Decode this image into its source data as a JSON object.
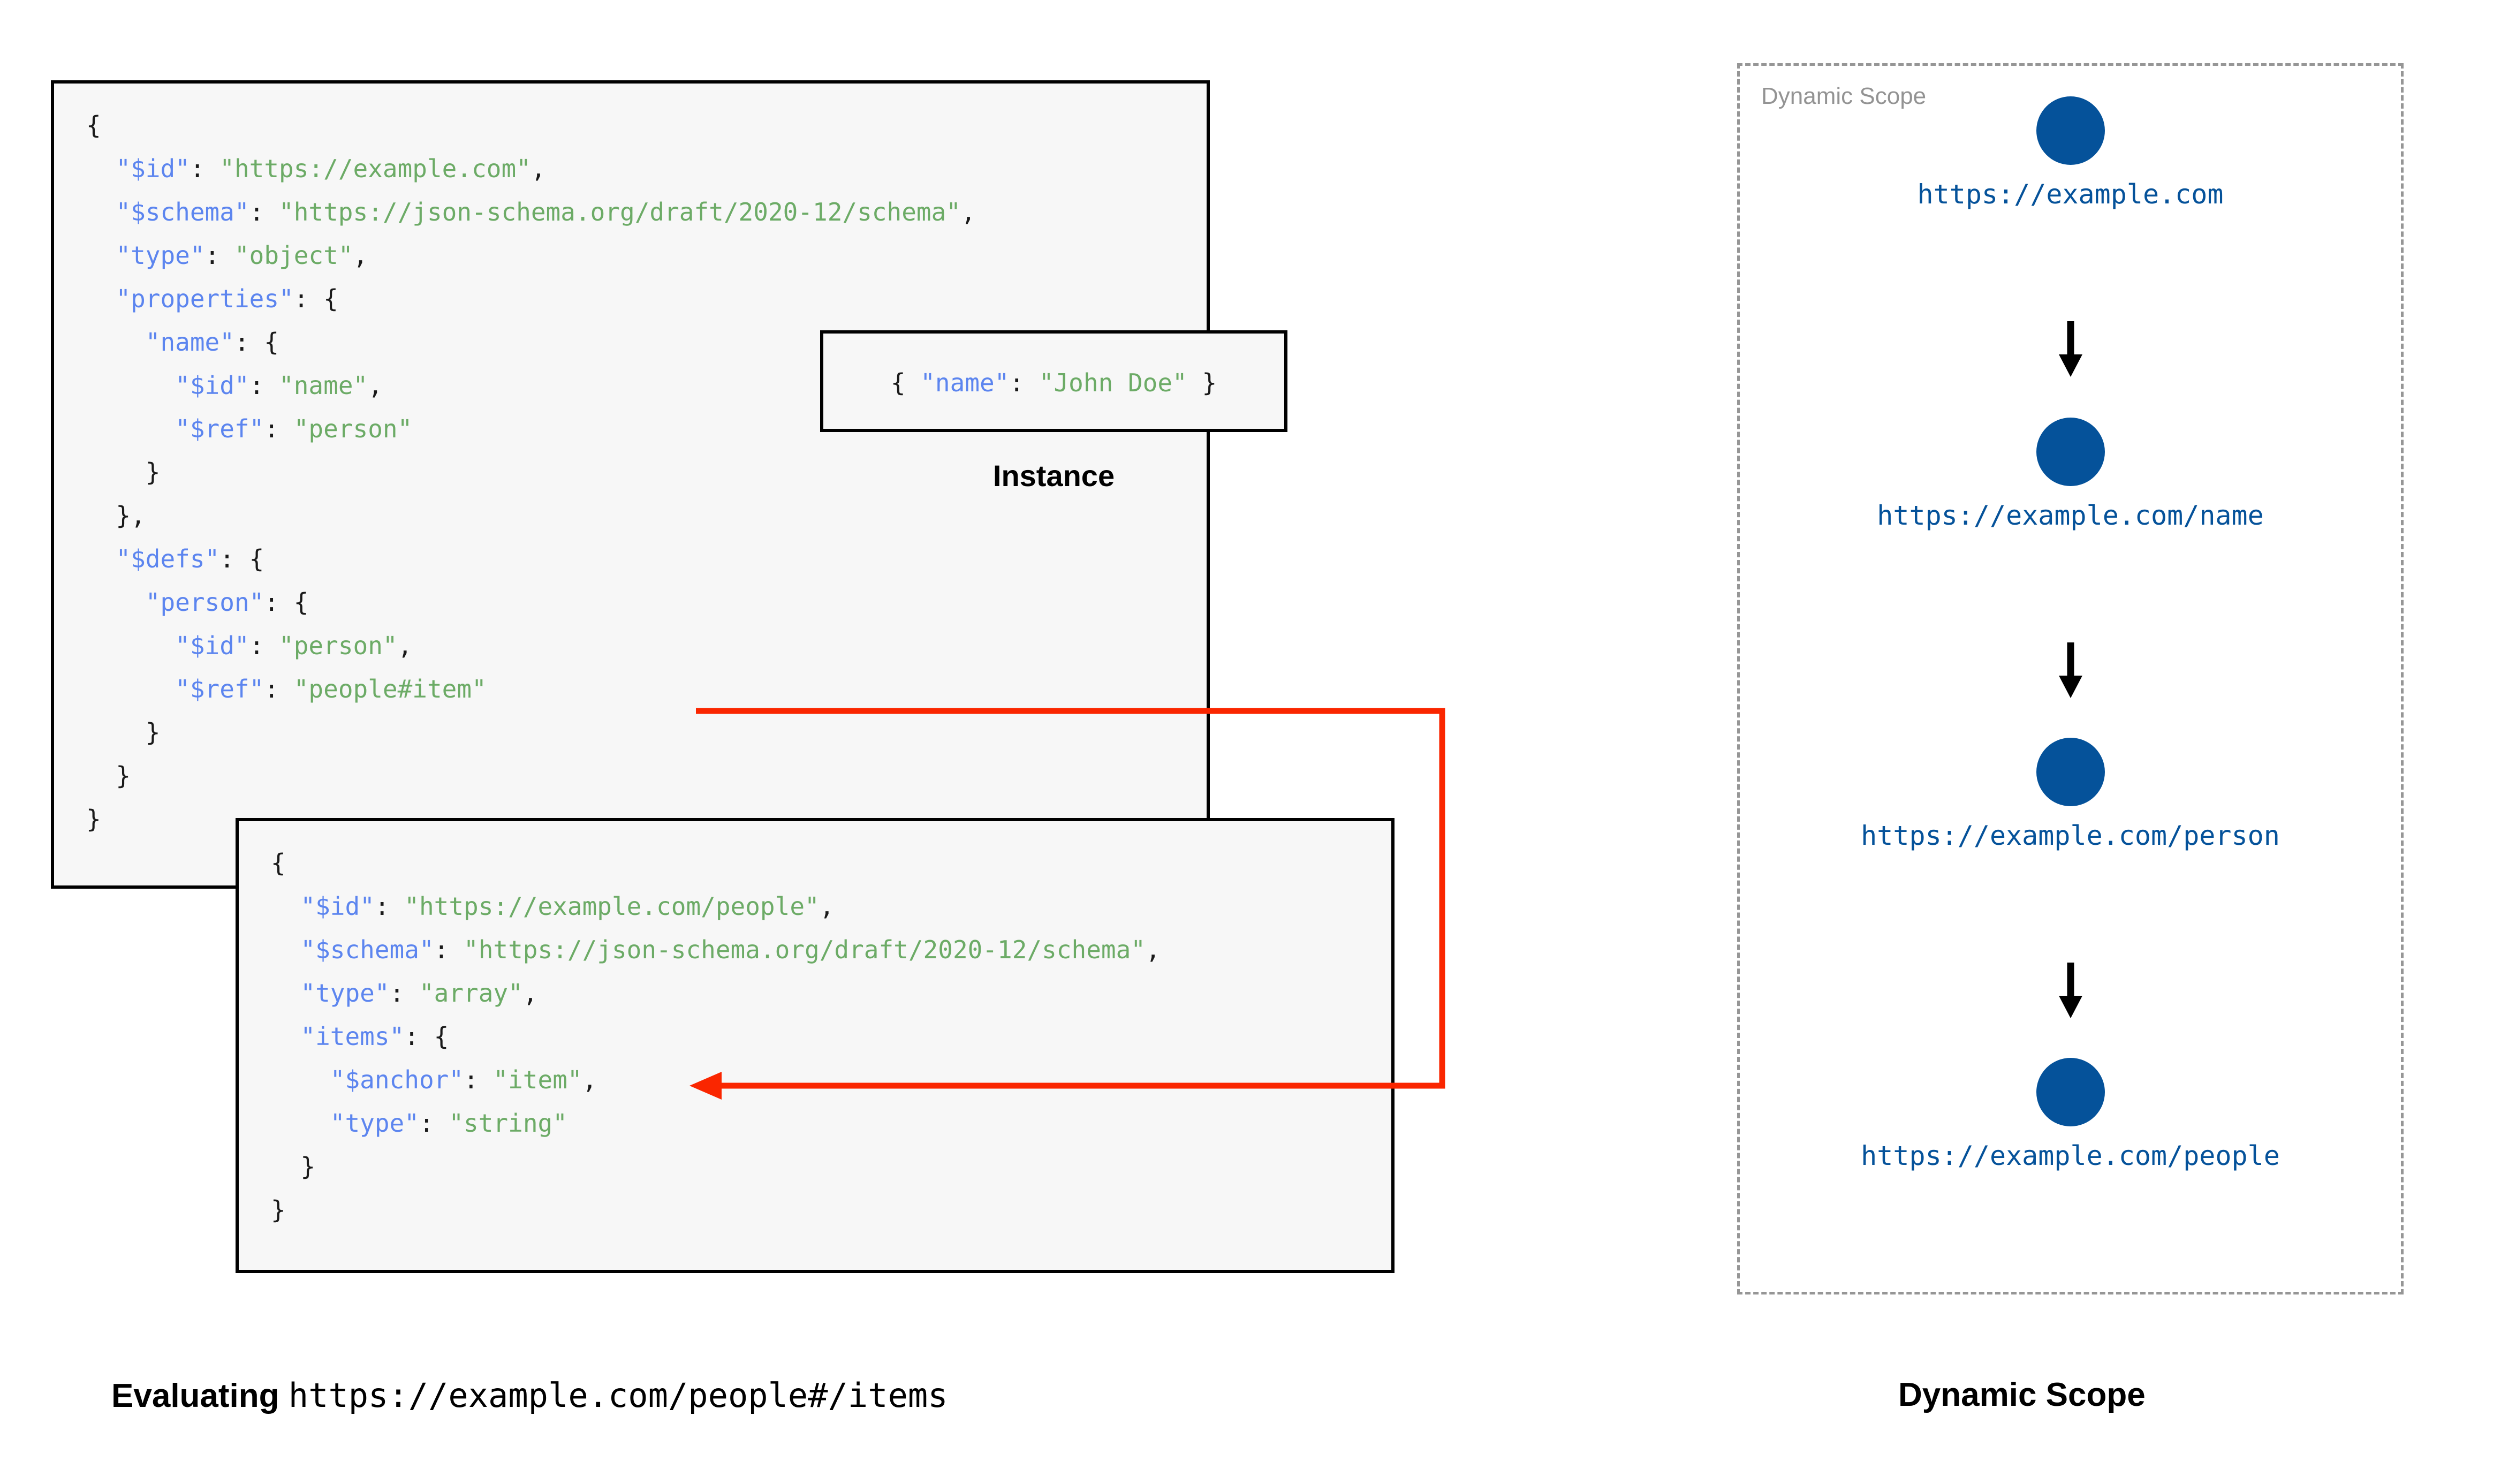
{
  "root_schema": {
    "lines": [
      [
        {
          "t": "{",
          "c": "p"
        }
      ],
      [
        {
          "t": "  ",
          "c": "p"
        },
        {
          "t": "\"$id\"",
          "c": "k"
        },
        {
          "t": ": ",
          "c": "p"
        },
        {
          "t": "\"https://example.com\"",
          "c": "s"
        },
        {
          "t": ",",
          "c": "p"
        }
      ],
      [
        {
          "t": "  ",
          "c": "p"
        },
        {
          "t": "\"$schema\"",
          "c": "k"
        },
        {
          "t": ": ",
          "c": "p"
        },
        {
          "t": "\"https://json-schema.org/draft/2020-12/schema\"",
          "c": "s"
        },
        {
          "t": ",",
          "c": "p"
        }
      ],
      [
        {
          "t": "  ",
          "c": "p"
        },
        {
          "t": "\"type\"",
          "c": "k"
        },
        {
          "t": ": ",
          "c": "p"
        },
        {
          "t": "\"object\"",
          "c": "s"
        },
        {
          "t": ",",
          "c": "p"
        }
      ],
      [
        {
          "t": "  ",
          "c": "p"
        },
        {
          "t": "\"properties\"",
          "c": "k"
        },
        {
          "t": ": {",
          "c": "p"
        }
      ],
      [
        {
          "t": "    ",
          "c": "p"
        },
        {
          "t": "\"name\"",
          "c": "k"
        },
        {
          "t": ": {",
          "c": "p"
        }
      ],
      [
        {
          "t": "      ",
          "c": "p"
        },
        {
          "t": "\"$id\"",
          "c": "k"
        },
        {
          "t": ": ",
          "c": "p"
        },
        {
          "t": "\"name\"",
          "c": "s"
        },
        {
          "t": ",",
          "c": "p"
        }
      ],
      [
        {
          "t": "      ",
          "c": "p"
        },
        {
          "t": "\"$ref\"",
          "c": "k"
        },
        {
          "t": ": ",
          "c": "p"
        },
        {
          "t": "\"person\"",
          "c": "s"
        }
      ],
      [
        {
          "t": "    }",
          "c": "p"
        }
      ],
      [
        {
          "t": "  },",
          "c": "p"
        }
      ],
      [
        {
          "t": "  ",
          "c": "p"
        },
        {
          "t": "\"$defs\"",
          "c": "k"
        },
        {
          "t": ": {",
          "c": "p"
        }
      ],
      [
        {
          "t": "    ",
          "c": "p"
        },
        {
          "t": "\"person\"",
          "c": "k"
        },
        {
          "t": ": {",
          "c": "p"
        }
      ],
      [
        {
          "t": "      ",
          "c": "p"
        },
        {
          "t": "\"$id\"",
          "c": "k"
        },
        {
          "t": ": ",
          "c": "p"
        },
        {
          "t": "\"person\"",
          "c": "s"
        },
        {
          "t": ",",
          "c": "p"
        }
      ],
      [
        {
          "t": "      ",
          "c": "p"
        },
        {
          "t": "\"$ref\"",
          "c": "k"
        },
        {
          "t": ": ",
          "c": "p"
        },
        {
          "t": "\"people#item\"",
          "c": "s"
        }
      ],
      [
        {
          "t": "    }",
          "c": "p"
        }
      ],
      [
        {
          "t": "  }",
          "c": "p"
        }
      ],
      [
        {
          "t": "}",
          "c": "p"
        }
      ]
    ]
  },
  "instance": {
    "caption": "Instance",
    "lines": [
      [
        {
          "t": "{ ",
          "c": "p"
        },
        {
          "t": "\"name\"",
          "c": "k"
        },
        {
          "t": ": ",
          "c": "p"
        },
        {
          "t": "\"John Doe\"",
          "c": "s"
        },
        {
          "t": " }",
          "c": "p"
        }
      ]
    ]
  },
  "people_schema": {
    "lines": [
      [
        {
          "t": "{",
          "c": "p"
        }
      ],
      [
        {
          "t": "  ",
          "c": "p"
        },
        {
          "t": "\"$id\"",
          "c": "k"
        },
        {
          "t": ": ",
          "c": "p"
        },
        {
          "t": "\"https://example.com/people\"",
          "c": "s"
        },
        {
          "t": ",",
          "c": "p"
        }
      ],
      [
        {
          "t": "  ",
          "c": "p"
        },
        {
          "t": "\"$schema\"",
          "c": "k"
        },
        {
          "t": ": ",
          "c": "p"
        },
        {
          "t": "\"https://json-schema.org/draft/2020-12/schema\"",
          "c": "s"
        },
        {
          "t": ",",
          "c": "p"
        }
      ],
      [
        {
          "t": "  ",
          "c": "p"
        },
        {
          "t": "\"type\"",
          "c": "k"
        },
        {
          "t": ": ",
          "c": "p"
        },
        {
          "t": "\"array\"",
          "c": "s"
        },
        {
          "t": ",",
          "c": "p"
        }
      ],
      [
        {
          "t": "  ",
          "c": "p"
        },
        {
          "t": "\"items\"",
          "c": "k"
        },
        {
          "t": ": {",
          "c": "p"
        }
      ],
      [
        {
          "t": "    ",
          "c": "p"
        },
        {
          "t": "\"$anchor\"",
          "c": "k"
        },
        {
          "t": ": ",
          "c": "p"
        },
        {
          "t": "\"item\"",
          "c": "s"
        },
        {
          "t": ",",
          "c": "p"
        }
      ],
      [
        {
          "t": "    ",
          "c": "p"
        },
        {
          "t": "\"type\"",
          "c": "k"
        },
        {
          "t": ": ",
          "c": "p"
        },
        {
          "t": "\"string\"",
          "c": "s"
        }
      ],
      [
        {
          "t": "  }",
          "c": "p"
        }
      ],
      [
        {
          "t": "}",
          "c": "p"
        }
      ]
    ]
  },
  "dynamic_scope": {
    "panel_label": "Dynamic Scope",
    "caption": "Dynamic Scope",
    "nodes": [
      {
        "label": "https://example.com"
      },
      {
        "label": "https://example.com/name"
      },
      {
        "label": "https://example.com/person"
      },
      {
        "label": "https://example.com/people"
      }
    ]
  },
  "evaluating_caption": {
    "label": "Evaluating",
    "uri": "https://example.com/people#/items"
  },
  "colors": {
    "json_key": "#5c85ef",
    "json_string": "#6cab66",
    "box_border": "#000000",
    "box_background": "#f7f7f7",
    "ref_arrow": "#fa2600",
    "node_fill": "#05529a",
    "node_label": "#05529a",
    "scope_border": "#969696",
    "scope_label": "#939393"
  }
}
